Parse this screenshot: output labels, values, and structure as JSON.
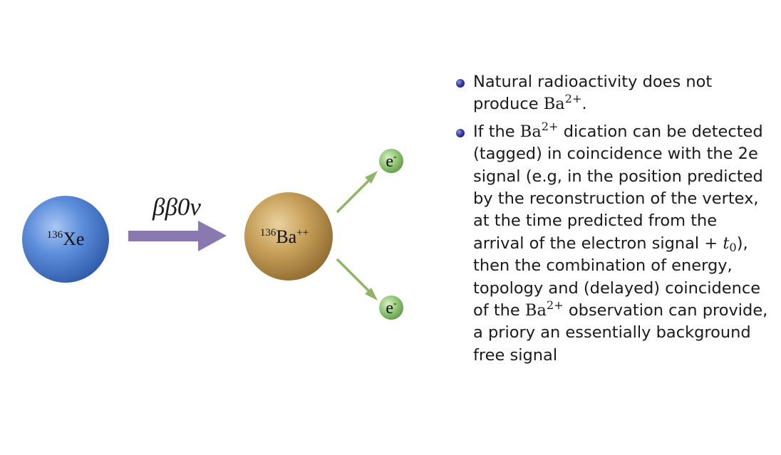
{
  "diagram": {
    "xe_label": {
      "mass": "136",
      "element": "Xe"
    },
    "ba_label": {
      "mass": "136",
      "element": "Ba",
      "charge": "++"
    },
    "decay_label": "ββ0ν",
    "electron_label": {
      "base": "e",
      "charge": "-"
    },
    "colors": {
      "xe_sphere": "#4f7fd1",
      "ba_sphere": "#c09850",
      "electron_sphere": "#8cc36f",
      "decay_arrow": "#8a79b0",
      "emission_arrow": "#8fb665"
    }
  },
  "bullets": [
    {
      "text_before": "Natural radioactivity does not produce ",
      "chem": {
        "base": "Ba",
        "charge": "2+"
      },
      "text_after": "."
    },
    {
      "line1_before": "If the ",
      "chem1": {
        "base": "Ba",
        "charge": "2+"
      },
      "line1_after": " dication can be detected (tagged) in coincidence with the 2e signal (e.g, in the position predicted by the reconstruction of the vertex, at the time predicted from the arrival of the electron signal ",
      "plus_sign": "+",
      "math_var": {
        "base": "t",
        "sub": "0"
      },
      "middle_text": "), then the combination of energy, topology and (delayed) coincidence of the ",
      "chem2": {
        "base": "Ba",
        "charge": "2+"
      },
      "end_text": " observation can provide, a priory an essentially background free signal"
    }
  ]
}
